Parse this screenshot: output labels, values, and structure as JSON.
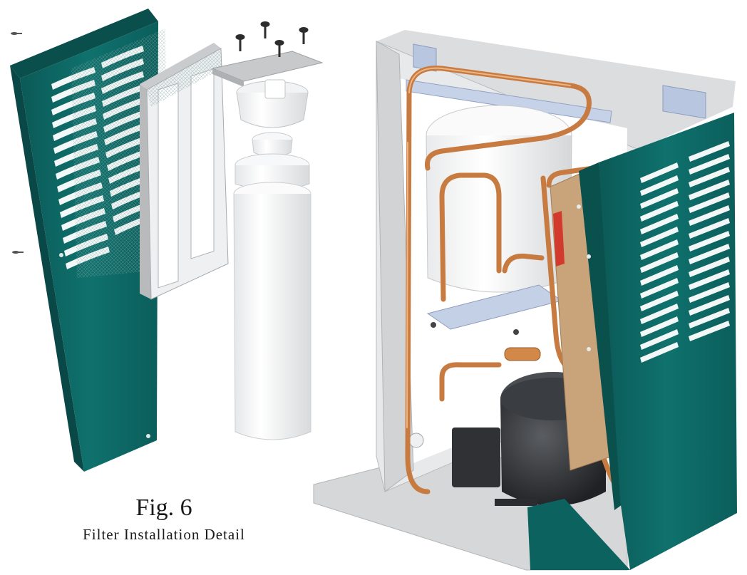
{
  "figure": {
    "label": "Fig. 6",
    "title": "Filter Installation Detail"
  },
  "colors": {
    "panel_teal": "#0e6b68",
    "panel_teal_dark": "#094d4b",
    "copper": "#c9793e",
    "frame_gray": "#d9dadc",
    "bracket_blue": "#b7c6e0",
    "compressor_black": "#2e3033",
    "filter_white": "#f4f5f6"
  },
  "parts": [
    {
      "name": "left-side-panel-louvered"
    },
    {
      "name": "filter-mounting-bracket"
    },
    {
      "name": "filter-head"
    },
    {
      "name": "filter-cartridge"
    },
    {
      "name": "mounting-screws"
    },
    {
      "name": "cabinet-frame"
    },
    {
      "name": "storage-tank"
    },
    {
      "name": "copper-refrigeration-tubing"
    },
    {
      "name": "compressor"
    },
    {
      "name": "right-side-panel-louvered"
    }
  ]
}
